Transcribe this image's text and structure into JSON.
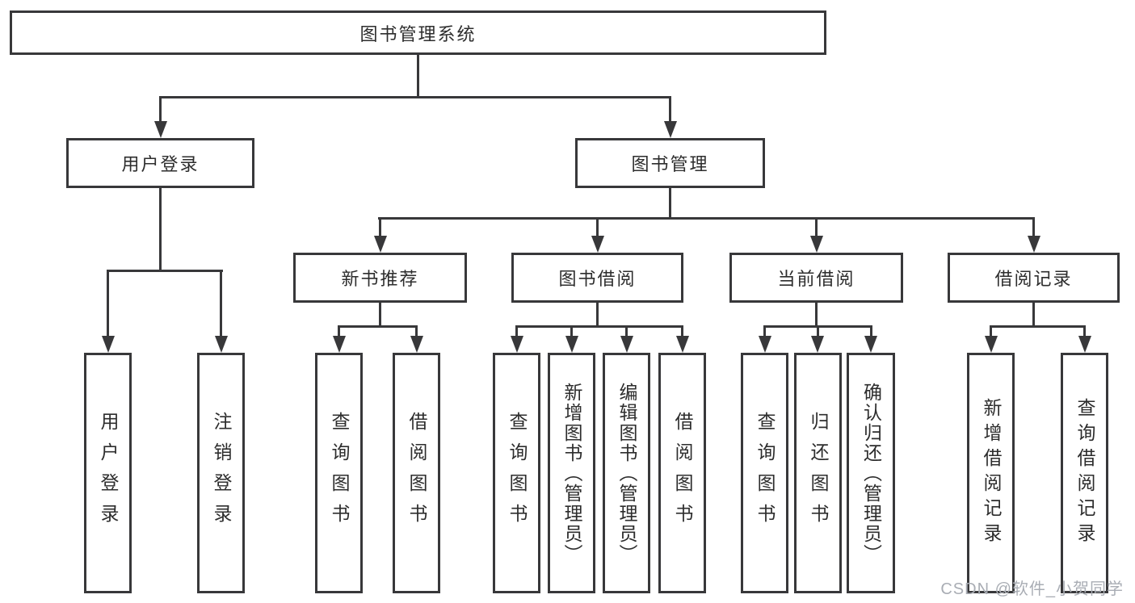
{
  "diagram": {
    "title_node": {
      "label": "图书管理系统"
    },
    "level2": [
      {
        "label": "用户登录"
      },
      {
        "label": "图书管理"
      }
    ],
    "level3": [
      {
        "label": "新书推荐"
      },
      {
        "label": "图书借阅"
      },
      {
        "label": "当前借阅"
      },
      {
        "label": "借阅记录"
      }
    ],
    "leaves": {
      "user_login": [
        {
          "label": "用户登录"
        },
        {
          "label": "注销登录"
        }
      ],
      "new_book": [
        {
          "label": "查询图书"
        },
        {
          "label": "借阅图书"
        }
      ],
      "book_borrow": [
        {
          "label": "查询图书"
        },
        {
          "label": "新增图书（管理员）"
        },
        {
          "label": "编辑图书（管理员）"
        },
        {
          "label": "借阅图书"
        }
      ],
      "current_borrow": [
        {
          "label": "查询图书"
        },
        {
          "label": "归还图书"
        },
        {
          "label": "确认归还（管理员）"
        }
      ],
      "borrow_record": [
        {
          "label": "新增借阅记录"
        },
        {
          "label": "查询借阅记录"
        }
      ]
    },
    "colors": {
      "line": "#38383a",
      "text": "#2d2d2d",
      "watermark": "#a9adb4",
      "background": "#ffffff"
    }
  },
  "watermark": {
    "text": "CSDN @软件_小贺同学"
  }
}
